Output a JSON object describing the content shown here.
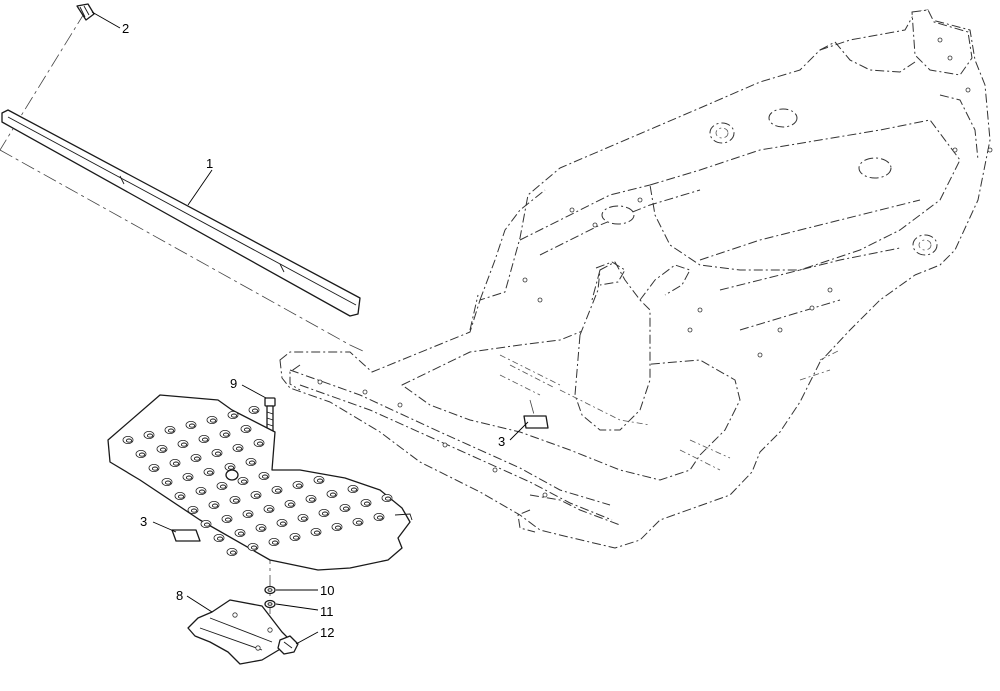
{
  "callouts": {
    "c1": "1",
    "c2": "2",
    "c3a": "3",
    "c3b": "3",
    "c8": "8",
    "c9": "9",
    "c10": "10",
    "c11": "11",
    "c12": "12"
  }
}
